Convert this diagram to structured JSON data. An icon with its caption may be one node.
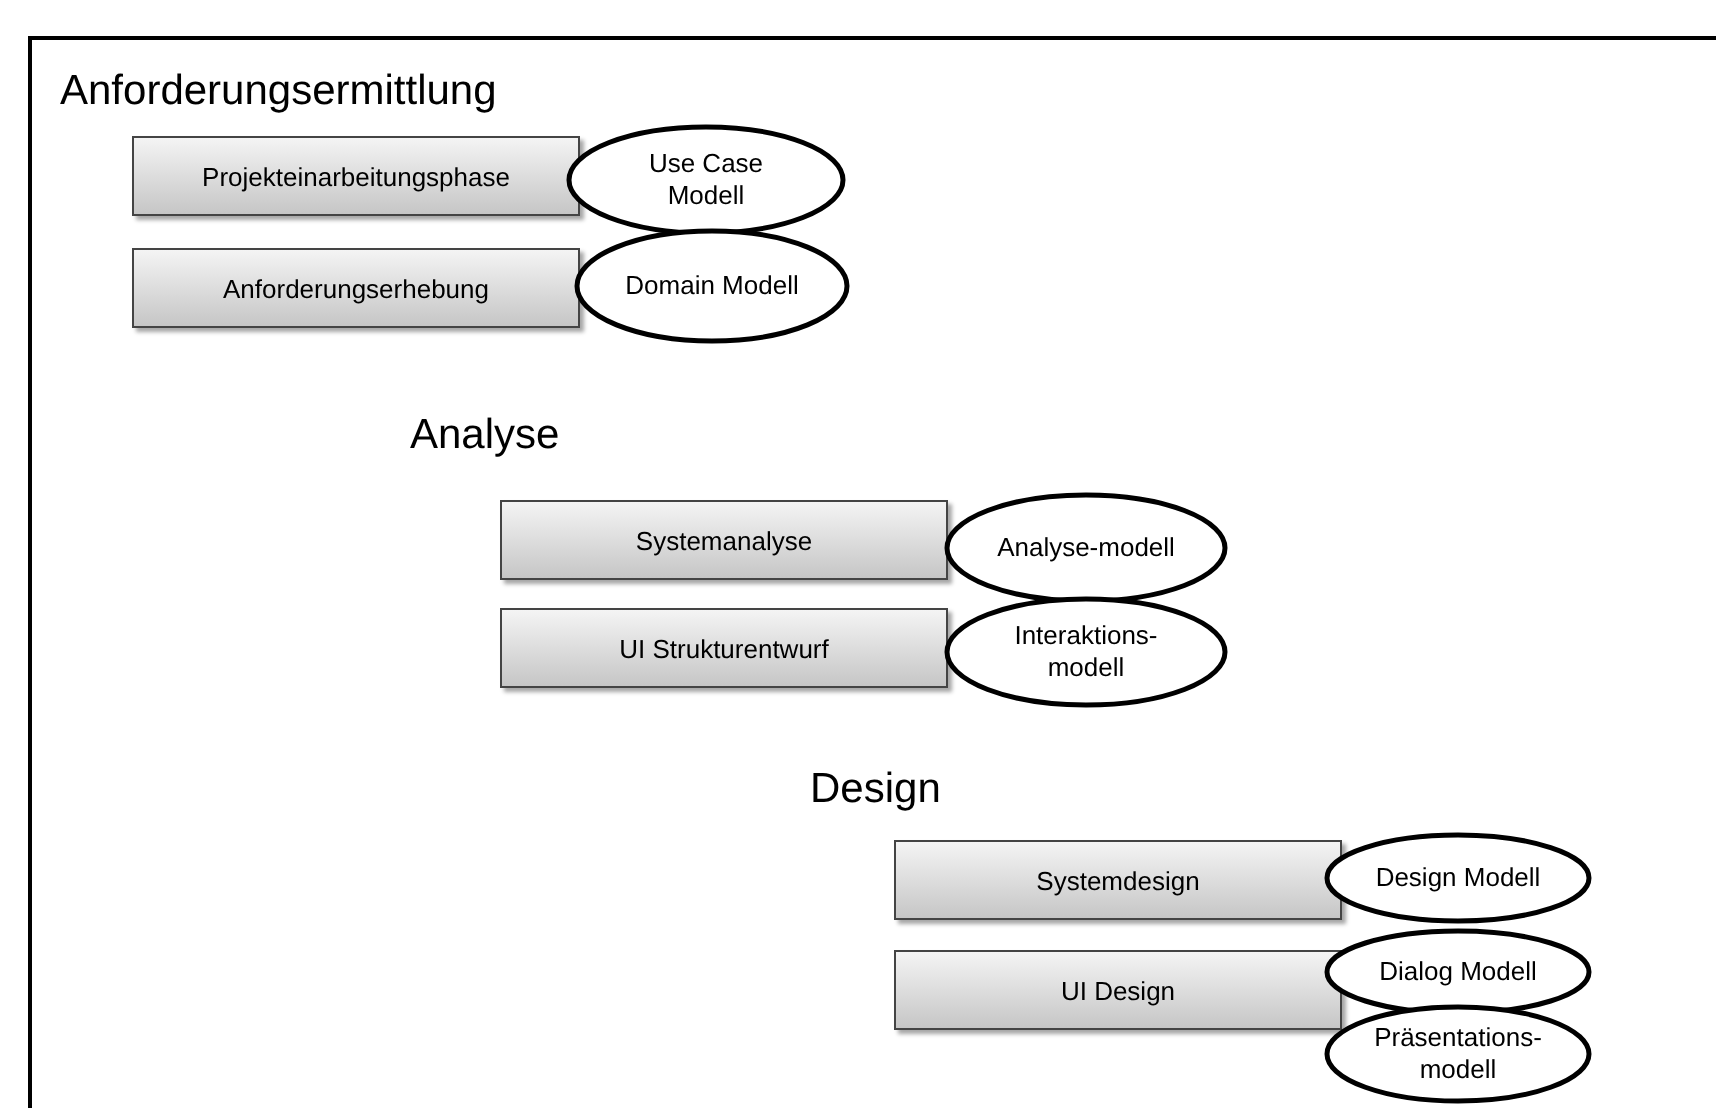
{
  "diagram": {
    "nodes": [
      {
        "text": [
          "Projekteinarbeitungsphase"
        ]
      },
      {
        "text": [
          "Use Case Modell"
        ]
      },
      {
        "text": [
          "Anforderungserhebung"
        ]
      },
      {
        "text": [
          "Domain Modell"
        ]
      },
      {
        "text": [
          "Systemanalyse"
        ]
      },
      {
        "text": [
          "Analyse-modell"
        ]
      },
      {
        "text": [
          "UI Strukturentwurf"
        ]
      },
      {
        "text": [
          "Interaktions-modell"
        ]
      },
      {
        "text": [
          "Systemdesign"
        ]
      },
      {
        "text": [
          "Design Modell"
        ]
      },
      {
        "text": [
          "UI Design"
        ]
      },
      {
        "text": [
          "Dialog Modell"
        ]
      },
      {
        "text": [
          "Präsentations-modell"
        ]
      }
    ],
    "labels": [
      "Anforderungsermittlung",
      "Analyse",
      "Design"
    ]
  }
}
